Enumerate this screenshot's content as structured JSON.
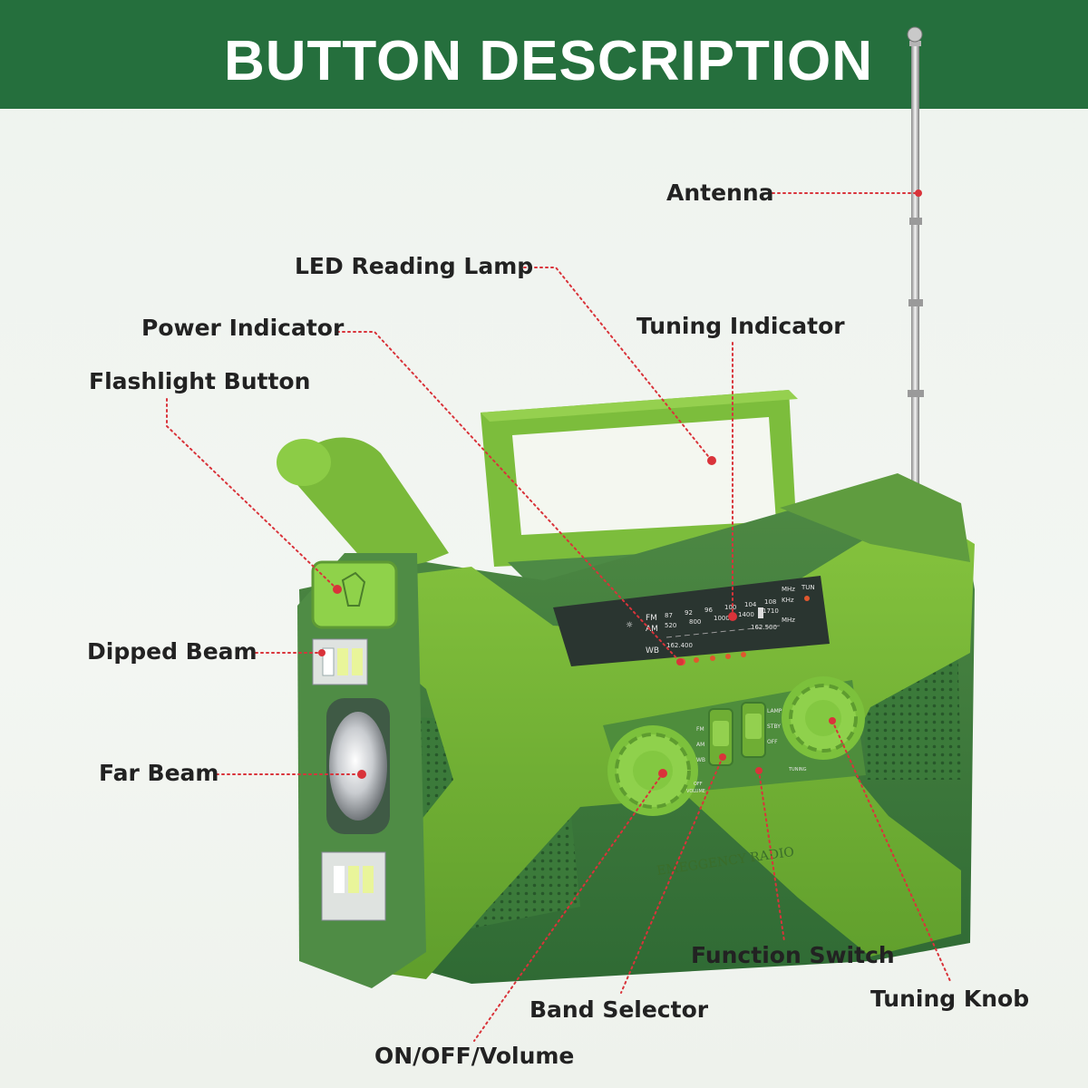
{
  "header": {
    "title": "BUTTON DESCRIPTION"
  },
  "callouts": {
    "antenna": "Antenna",
    "led_reading_lamp": "LED Reading Lamp",
    "power_indicator": "Power Indicator",
    "tuning_indicator": "Tuning Indicator",
    "flashlight_button": "Flashlight Button",
    "dipped_beam": "Dipped Beam",
    "far_beam": "Far Beam",
    "function_switch": "Function Switch",
    "tuning_knob": "Tuning Knob",
    "band_selector": "Band Selector",
    "on_off_volume": "ON/OFF/Volume"
  },
  "radio": {
    "brand": "EMEGGENCY RADIO",
    "dial": {
      "fm_label": "FM",
      "am_label": "AM",
      "wb_label": "WB",
      "fm_scale": [
        "87",
        "92",
        "96",
        "100",
        "104",
        "108"
      ],
      "am_scale": [
        "520",
        "800",
        "1000",
        "1400",
        "1710"
      ],
      "wb_scale": [
        "162.400",
        "162.500"
      ],
      "units": [
        "MHz",
        "KHz",
        "MHz"
      ],
      "tun_label": "TUN"
    },
    "band_switch_labels": [
      "FM",
      "AM",
      "WB"
    ],
    "function_switch_labels": [
      "LAMP",
      "STBY",
      "OFF"
    ],
    "volume_labels": [
      "OFF",
      "VOLUME"
    ],
    "tuning_label": "TUNING"
  },
  "colors": {
    "header": "#256f3d",
    "radio_body": "#6fae34",
    "radio_dark": "#3e7a3a",
    "leader_line": "#d9333a"
  }
}
